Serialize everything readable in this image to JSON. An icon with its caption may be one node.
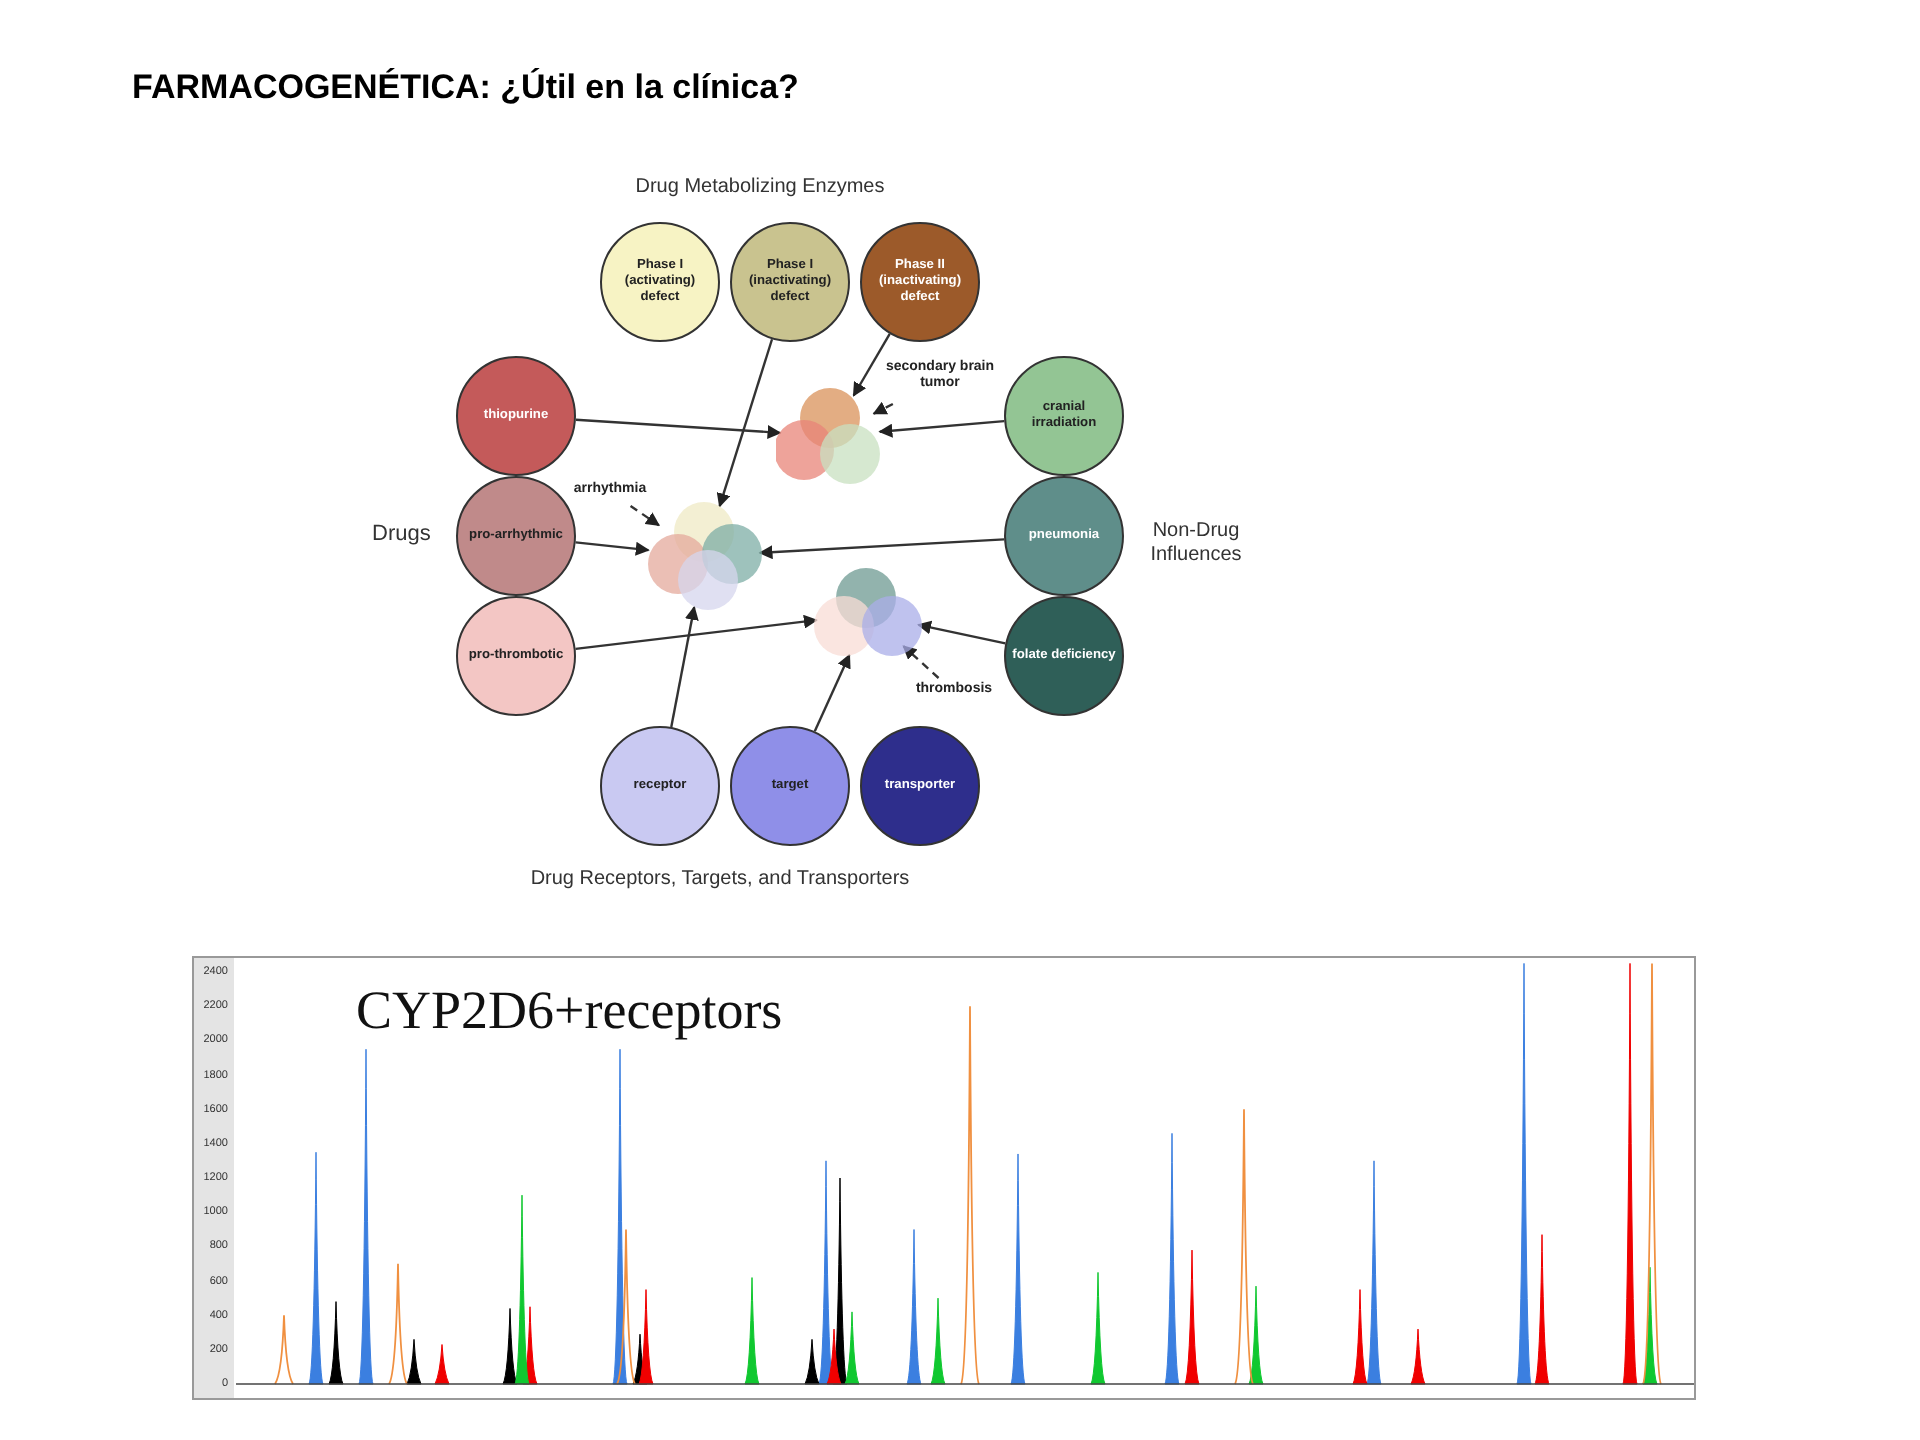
{
  "diagram": {
    "title": "FARMACOGENÉTICA: ¿Útil en la clínica?",
    "nodes": [
      {
        "text": [
          "Phase I (activating) defect"
        ]
      },
      {
        "text": [
          "Phase I (inactivating) defect"
        ]
      },
      {
        "text": [
          "Phase II (inactivating) defect"
        ]
      },
      {
        "text": [
          "thiopurine"
        ]
      },
      {
        "text": [
          "pro-arrhythmic"
        ]
      },
      {
        "text": [
          "pro-thrombotic"
        ]
      },
      {
        "text": [
          "cranial irradiation"
        ]
      },
      {
        "text": [
          "pneumonia"
        ]
      },
      {
        "text": [
          "folate deficiency"
        ]
      },
      {
        "text": [
          "receptor"
        ]
      },
      {
        "text": [
          "target"
        ]
      },
      {
        "text": [
          "transporter"
        ]
      },
      {
        "text": [],
        "shape": "circle"
      },
      {
        "text": [],
        "shape": "circle"
      },
      {
        "text": [],
        "shape": "circle"
      },
      {
        "text": [
          "secondary brain tumor"
        ]
      },
      {
        "text": [
          "arrhythmia"
        ]
      },
      {
        "text": [
          "thrombosis"
        ]
      }
    ],
    "edges": [
      {
        "from": 1,
        "to": 13,
        "arrow": "to"
      },
      {
        "from": 2,
        "to": 12,
        "arrow": "to"
      },
      {
        "from": 3,
        "to": 12,
        "arrow": "to"
      },
      {
        "from": 6,
        "to": 12,
        "arrow": "to"
      },
      {
        "from": 15,
        "to": 12,
        "arrow": "to",
        "style": "dashed"
      },
      {
        "from": 4,
        "to": 13,
        "arrow": "to"
      },
      {
        "from": 7,
        "to": 13,
        "arrow": "to"
      },
      {
        "from": 16,
        "to": 13,
        "arrow": "to",
        "style": "dashed"
      },
      {
        "from": 9,
        "to": 13,
        "arrow": "to"
      },
      {
        "from": 5,
        "to": 14,
        "arrow": "to"
      },
      {
        "from": 8,
        "to": 14,
        "arrow": "to"
      },
      {
        "from": 10,
        "to": 14,
        "arrow": "to"
      },
      {
        "from": 17,
        "to": 14,
        "arrow": "to",
        "style": "dashed"
      }
    ],
    "labels": [
      "Drug Metabolizing Enzymes",
      "Drugs",
      "Non-Drug Influences",
      "Drug Receptors, Targets, and Transporters",
      "CYP2D6+receptors",
      "2400",
      "2200",
      "2000",
      "1800",
      "1600",
      "1400",
      "1200",
      "1000",
      "800",
      "600",
      "400",
      "200",
      "0"
    ]
  }
}
